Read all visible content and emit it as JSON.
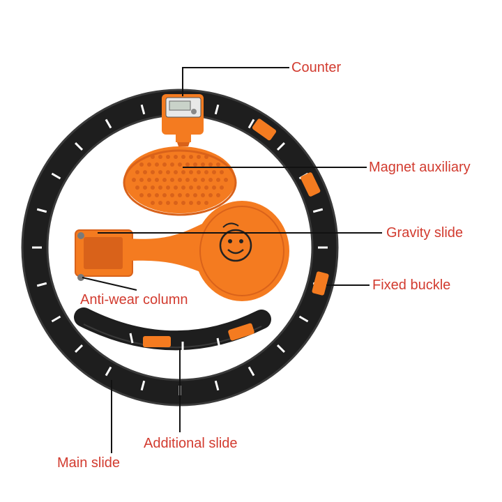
{
  "colors": {
    "label_text": "#d23b2f",
    "orange": "#f47b20",
    "orange_dark": "#d9621a",
    "ring_black": "#1e1e1e",
    "ring_shade": "#3a3a3a",
    "leader_line": "#111111"
  },
  "labels": {
    "counter": "Counter",
    "magnet_auxiliary": "Magnet auxiliary",
    "gravity_slide": "Gravity slide",
    "fixed_buckle": "Fixed buckle",
    "anti_wear_column": "Anti-wear column",
    "additional_slide": "Additional slide",
    "main_slide": "Main slide"
  }
}
